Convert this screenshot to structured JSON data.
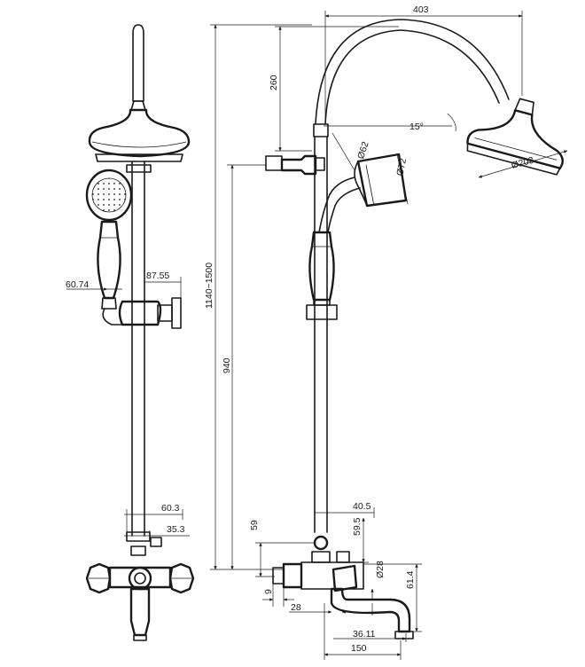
{
  "dimensions": {
    "d403": "403",
    "d260": "260",
    "d15": "15°",
    "d62": "Ø62",
    "d72": "Ø72",
    "d203": "Ø203",
    "d1140": "1140~1500",
    "d940": "940",
    "d87": "87.55",
    "d60_74": "60.74",
    "d60_3": "60.3",
    "d35_3": "35.3",
    "d40_5": "40.5",
    "d59_5": "59.5",
    "d59": "59",
    "d9": "9",
    "d28": "Ø28",
    "d61_4": "61.4",
    "d28b": "28",
    "d36_11": "36.11",
    "d150": "150"
  },
  "colors": {
    "line": "#1a1a1a",
    "background": "#ffffff"
  }
}
